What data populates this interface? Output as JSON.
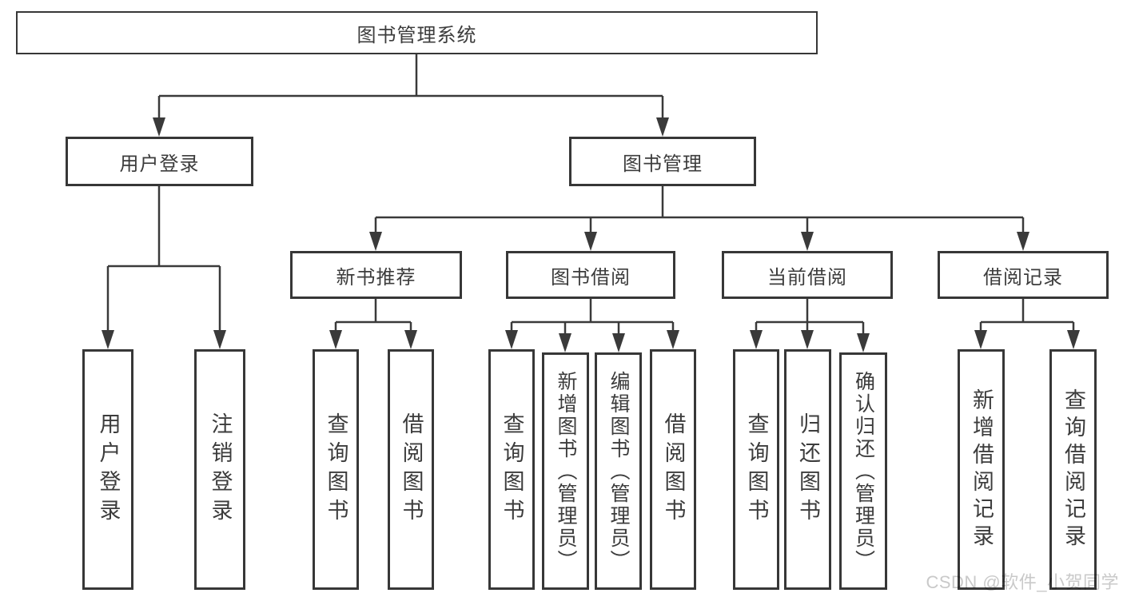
{
  "root": {
    "label": "图书管理系统"
  },
  "branches": {
    "user_login": {
      "label": "用户登录",
      "children": {
        "login": "用户登录",
        "logout": "注销登录"
      }
    },
    "book_mgmt": {
      "label": "图书管理",
      "sections": {
        "new_book_rec": {
          "label": "新书推荐",
          "children": {
            "query": "查询图书",
            "borrow": "借阅图书"
          }
        },
        "book_borrow": {
          "label": "图书借阅",
          "children": {
            "query": "查询图书",
            "add": "新增图书（管理员）",
            "edit": "编辑图书（管理员）",
            "borrow": "借阅图书"
          }
        },
        "current_borrow": {
          "label": "当前借阅",
          "children": {
            "query": "查询图书",
            "return": "归还图书",
            "confirm": "确认归还（管理员）"
          }
        },
        "borrow_records": {
          "label": "借阅记录",
          "children": {
            "add": "新增借阅记录",
            "query": "查询借阅记录"
          }
        }
      }
    }
  },
  "watermark": "CSDN @软件_小贺同学",
  "colors": {
    "line": "#3a3a3a",
    "text": "#3c3c3c",
    "watermark": "#c9c9c9",
    "background": "#ffffff"
  }
}
